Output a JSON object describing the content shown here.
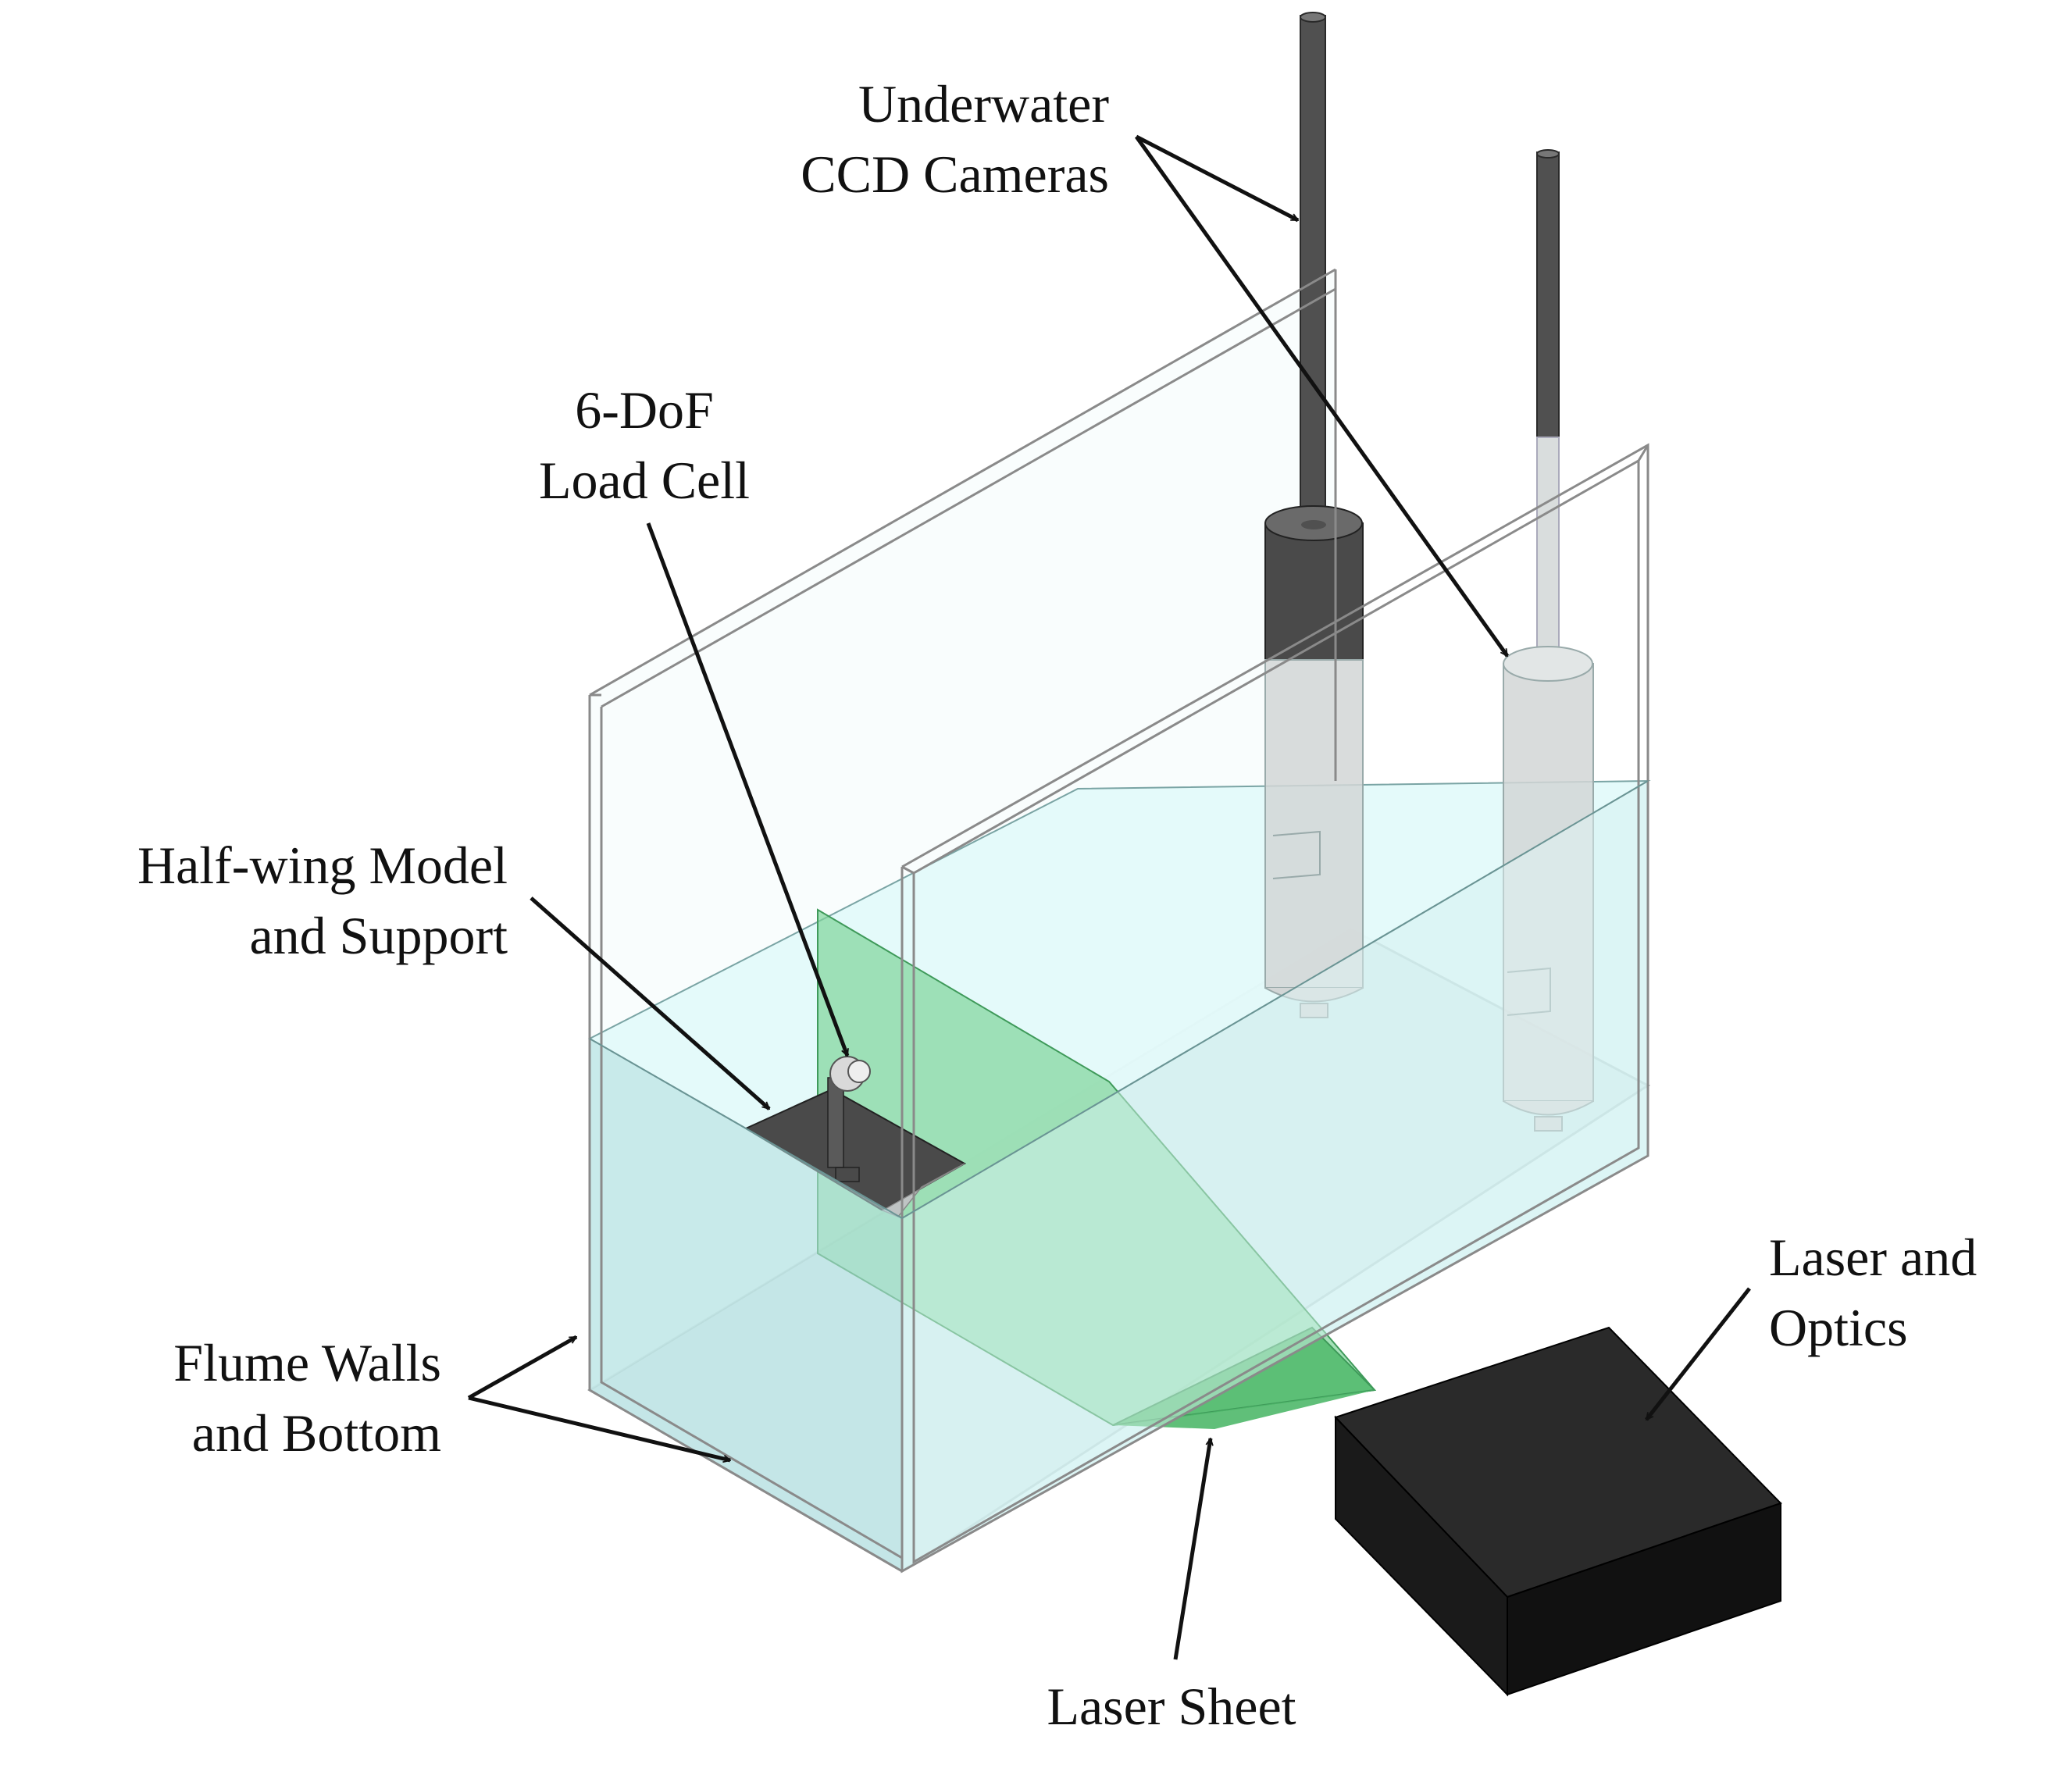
{
  "labels": {
    "cameras": {
      "line1": "Underwater",
      "line2": "CCD Cameras"
    },
    "load_cell": {
      "line1": "6-DoF",
      "line2": "Load Cell"
    },
    "half_wing": {
      "line1": "Half-wing Model",
      "line2": "and Support"
    },
    "flume": {
      "line1": "Flume Walls",
      "line2": "and Bottom"
    },
    "laser": {
      "line1": "Laser and",
      "line2": "Optics"
    },
    "laser_sheet": {
      "line1": "Laser Sheet"
    }
  },
  "colors": {
    "water": "#c8ecec",
    "water_light": "#e6fbfb",
    "bottom": "#d8e0e2",
    "laser_sheet": "#7fd49a",
    "laser_sheet_dark": "#4fb86a",
    "camera_dark": "#555555",
    "camera_ghost": "#d2d6d6",
    "laser_box": "#1a1a1a",
    "wing": "#4a4a4a"
  }
}
